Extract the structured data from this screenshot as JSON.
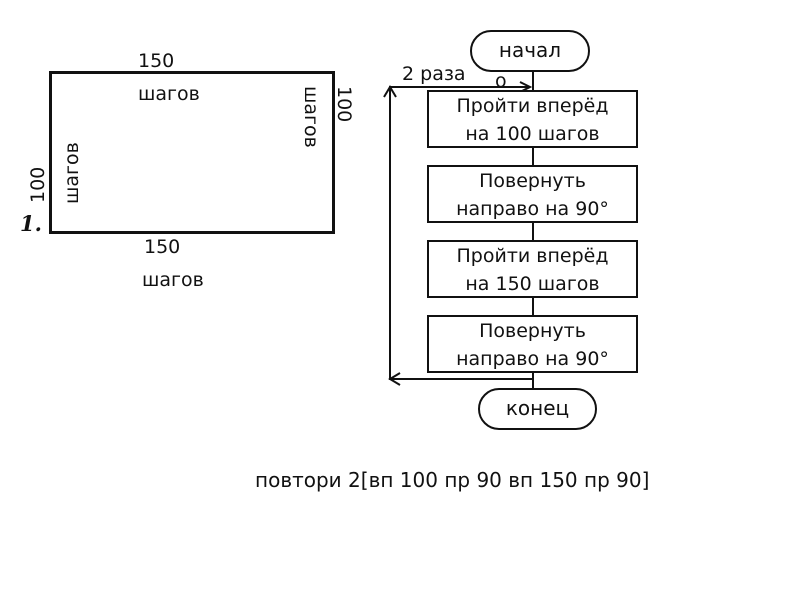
{
  "figure": {
    "number": "1.",
    "top": {
      "value": "150",
      "unit": "шагов"
    },
    "bottom": {
      "value": "150",
      "unit": "шагов"
    },
    "left": {
      "value": "100",
      "unit": "шагов"
    },
    "right": {
      "value": "100",
      "unit": "шагов"
    }
  },
  "flowchart": {
    "start": "начал",
    "start_wrap": "о",
    "loop_label": "2 раза",
    "steps": [
      {
        "line1": "Пройти вперёд",
        "line2": "на 100 шагов"
      },
      {
        "line1": "Повернуть",
        "line2": "направо на 90°"
      },
      {
        "line1": "Пройти вперёд",
        "line2": "на 150 шагов"
      },
      {
        "line1": "Повернуть",
        "line2": "направо на 90°"
      }
    ],
    "end": "конец"
  },
  "code": "повтори 2[вп 100 пр 90 вп 150 пр 90]"
}
